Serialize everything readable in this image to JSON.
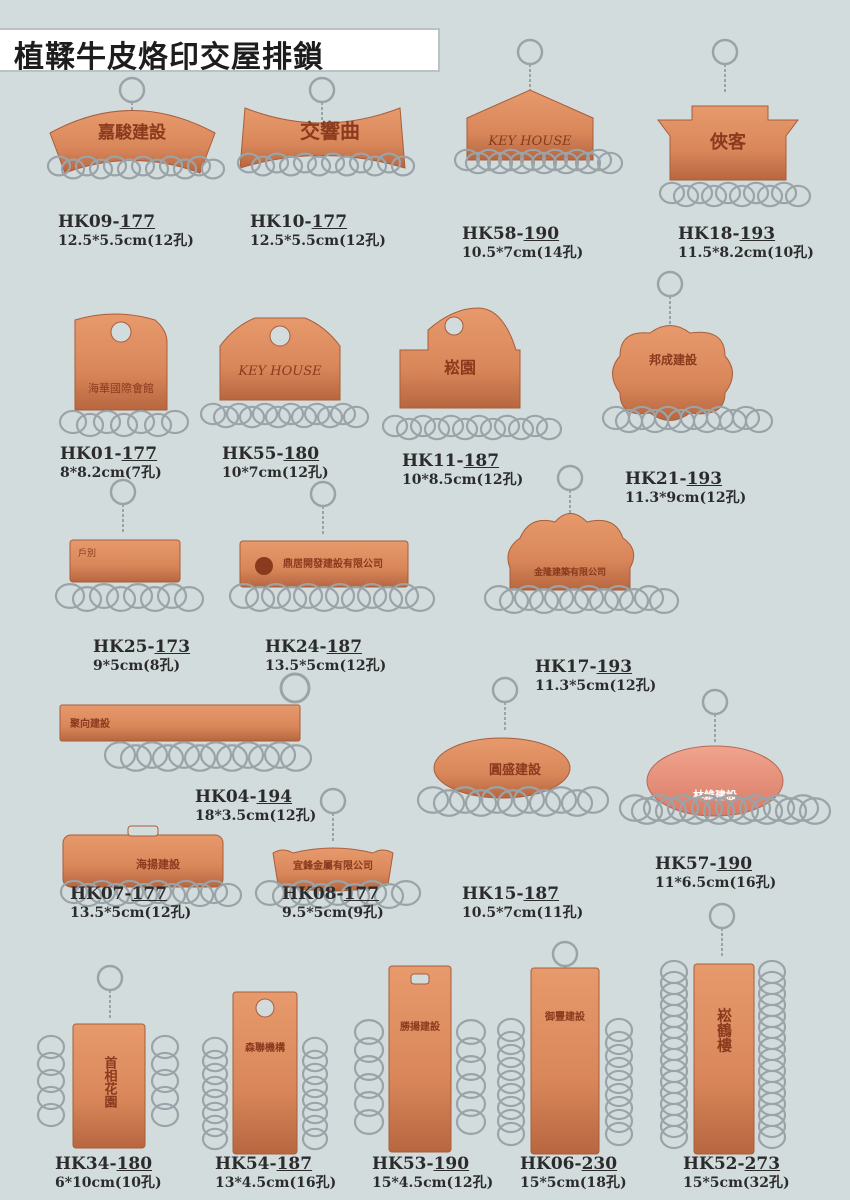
{
  "page": {
    "title": "植鞣牛皮烙印交屋排鎖",
    "background": "#d3dcdd",
    "leather_color": "#d9875a",
    "leather_dark": "#b76640",
    "ring_color": "#9aa4a8"
  },
  "products": [
    {
      "id": "hk09",
      "code": "HK09-",
      "price": "177",
      "size": "12.5*5.5cm(12孔)",
      "engraving": "嘉駿建設"
    },
    {
      "id": "hk10",
      "code": "HK10-",
      "price": "177",
      "size": "12.5*5.5cm(12孔)",
      "engraving": "交響曲"
    },
    {
      "id": "hk58",
      "code": "HK58-",
      "price": "190",
      "size": "10.5*7cm(14孔)",
      "engraving": "KEY HOUSE"
    },
    {
      "id": "hk18",
      "code": "HK18-",
      "price": "193",
      "size": "11.5*8.2cm(10孔)",
      "engraving": "俠客"
    },
    {
      "id": "hk01",
      "code": "HK01-",
      "price": "177",
      "size": "8*8.2cm(7孔)",
      "engraving": "海華國際會館"
    },
    {
      "id": "hk55",
      "code": "HK55-",
      "price": "180",
      "size": "10*7cm(12孔)",
      "engraving": "KEY HOUSE"
    },
    {
      "id": "hk11",
      "code": "HK11-",
      "price": "187",
      "size": "10*8.5cm(12孔)",
      "engraving": "崧園"
    },
    {
      "id": "hk21",
      "code": "HK21-",
      "price": "193",
      "size": "11.3*9cm(12孔)",
      "engraving": "邦成建設"
    },
    {
      "id": "hk25",
      "code": "HK25-",
      "price": "173",
      "size": "9*5cm(8孔)",
      "engraving": "戶別"
    },
    {
      "id": "hk24",
      "code": "HK24-",
      "price": "187",
      "size": "13.5*5cm(12孔)",
      "engraving": "鼎居開發建設有限公司"
    },
    {
      "id": "hk17",
      "code": "HK17-",
      "price": "193",
      "size": "11.3*5cm(12孔)",
      "engraving": "金隆建築有限公司"
    },
    {
      "id": "hk04",
      "code": "HK04-",
      "price": "194",
      "size": "18*3.5cm(12孔)",
      "engraving": "聚向建設"
    },
    {
      "id": "hk15",
      "code": "HK15-",
      "price": "187",
      "size": "10.5*7cm(11孔)",
      "engraving": "圓盛建設"
    },
    {
      "id": "hk57",
      "code": "HK57-",
      "price": "190",
      "size": "11*6.5cm(16孔)",
      "engraving": "林維建設"
    },
    {
      "id": "hk07",
      "code": "HK07-",
      "price": "177",
      "size": "13.5*5cm(12孔)",
      "engraving": "海揚建設"
    },
    {
      "id": "hk08",
      "code": "HK08-",
      "price": "177",
      "size": "9.5*5cm(9孔)",
      "engraving": "宜鋒金屬有限公司"
    },
    {
      "id": "hk34",
      "code": "HK34-",
      "price": "180",
      "size": "6*10cm(10孔)",
      "engraving": "首相花園"
    },
    {
      "id": "hk54",
      "code": "HK54-",
      "price": "187",
      "size": "13*4.5cm(16孔)",
      "engraving": "森聯機構"
    },
    {
      "id": "hk53",
      "code": "HK53-",
      "price": "190",
      "size": "15*4.5cm(12孔)",
      "engraving": "勝揚建設"
    },
    {
      "id": "hk06",
      "code": "HK06-",
      "price": "230",
      "size": "15*5cm(18孔)",
      "engraving": "御豐建設"
    },
    {
      "id": "hk52",
      "code": "HK52-",
      "price": "273",
      "size": "15*5cm(32孔)",
      "engraving": "崧鶴樓"
    }
  ]
}
